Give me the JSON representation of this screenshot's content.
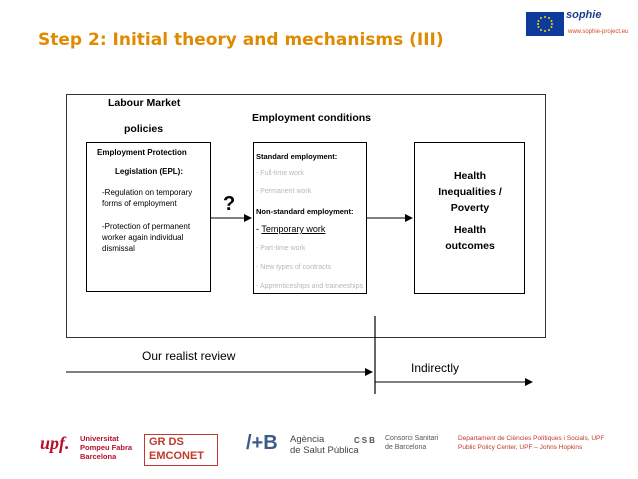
{
  "slide_title": "Step 2: Initial theory and mechanisms (III)",
  "header": {
    "flag_icon": "eu-flag-icon",
    "brand": "sophie",
    "url": "www.sophie-project.eu"
  },
  "diagram": {
    "labour_market_line1": "Labour Market",
    "labour_market_line2": "policies",
    "employment_conditions": "Employment conditions",
    "epl_box": {
      "title1": "Employment Protection",
      "title2": "Legislation (EPL):",
      "item1_line1": "-Regulation on temporary",
      "item1_line2": "forms of employment",
      "item2_line1": "-Protection of permanent",
      "item2_line2": "worker again individual",
      "item2_line3": "dismissal"
    },
    "question_mark": "?",
    "employment_box": {
      "standard": "Standard employment:",
      "fulltime": "- Full-time work",
      "permanent": "- Permanent work",
      "nonstandard": "Non-standard  employment:",
      "temporary_prefix": "- ",
      "temporary": "Temporary work",
      "parttime": "- Part-time work",
      "newtypes": "- New types of contracts",
      "apprentices": "- Apprenticeships and traineeships"
    },
    "health_box": {
      "line1": "Health",
      "line2": "Inequalities /",
      "line3": "Poverty",
      "outcome1": "Health",
      "outcome2": "outcomes"
    },
    "our_review": "Our realist review",
    "indirectly": "Indirectly"
  },
  "footer": {
    "upf_mark": "upf.",
    "upf_line1": "Universitat",
    "upf_line2": "Pompeu Fabra",
    "upf_line3": "Barcelona",
    "greds_line1": "GR DS",
    "greds_line2": "EMCONET",
    "asp_mark": "/+B",
    "asp_line1": "Agència",
    "asp_line2": "de Salut Pública",
    "csb_mark": "CSB",
    "csb_line1": "Consorci Sanitari",
    "csb_line2": "de Barcelona",
    "dep_line1": "Departament de Ciències Polítiques i Socials, UPF",
    "dep_line2": "Public Policy Center, UPF – Johns Hopkins"
  },
  "colors": {
    "title": "#e08a00",
    "eu_blue": "#0d3b9c",
    "upf_red": "#b4122b"
  }
}
